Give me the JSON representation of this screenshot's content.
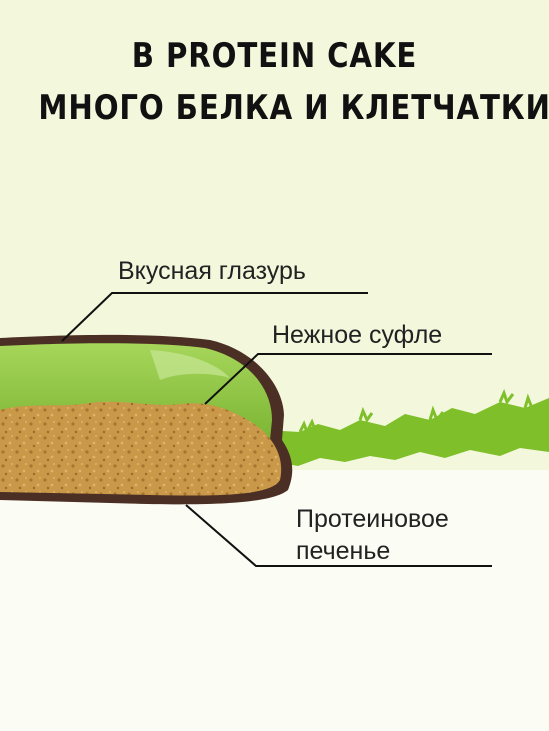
{
  "title": {
    "line1": "В PROTEIN CAKE",
    "line2": "МНОГО БЕЛКА И КЛЕТЧАТКИ"
  },
  "labels": {
    "glaze": "Вкусная глазурь",
    "souffle": "Нежное суфле",
    "cookie_line1": "Протеиновое",
    "cookie_line2": "печенье"
  },
  "colors": {
    "background_top": "#f3f8dc",
    "background_bottom": "#fbfcf4",
    "glaze": "#4b2f24",
    "souffle": "#8cc63f",
    "cookie": "#c8964a",
    "grass": "#7fbf2a"
  }
}
